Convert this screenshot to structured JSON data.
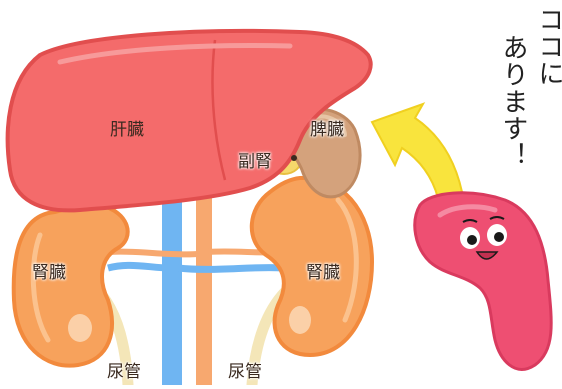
{
  "labels": {
    "liver": "肝臓",
    "spleen": "脾臓",
    "adrenal": "副腎",
    "kidney_left": "腎臓",
    "kidney_right": "腎臓",
    "ureter_left": "尿管",
    "ureter_right": "尿管"
  },
  "callout": {
    "line1": "ココに",
    "line2": "あります！"
  },
  "colors": {
    "liver": "#f46b6b",
    "kidney": "#f7a25c",
    "spleen": "#d4a27c",
    "adrenal": "#f6d86b",
    "vein": "#6fb5f2",
    "artery": "#f7a86f",
    "ureter": "#f4e6b8",
    "arrow": "#f9e43d",
    "character": "#ee4f72"
  }
}
